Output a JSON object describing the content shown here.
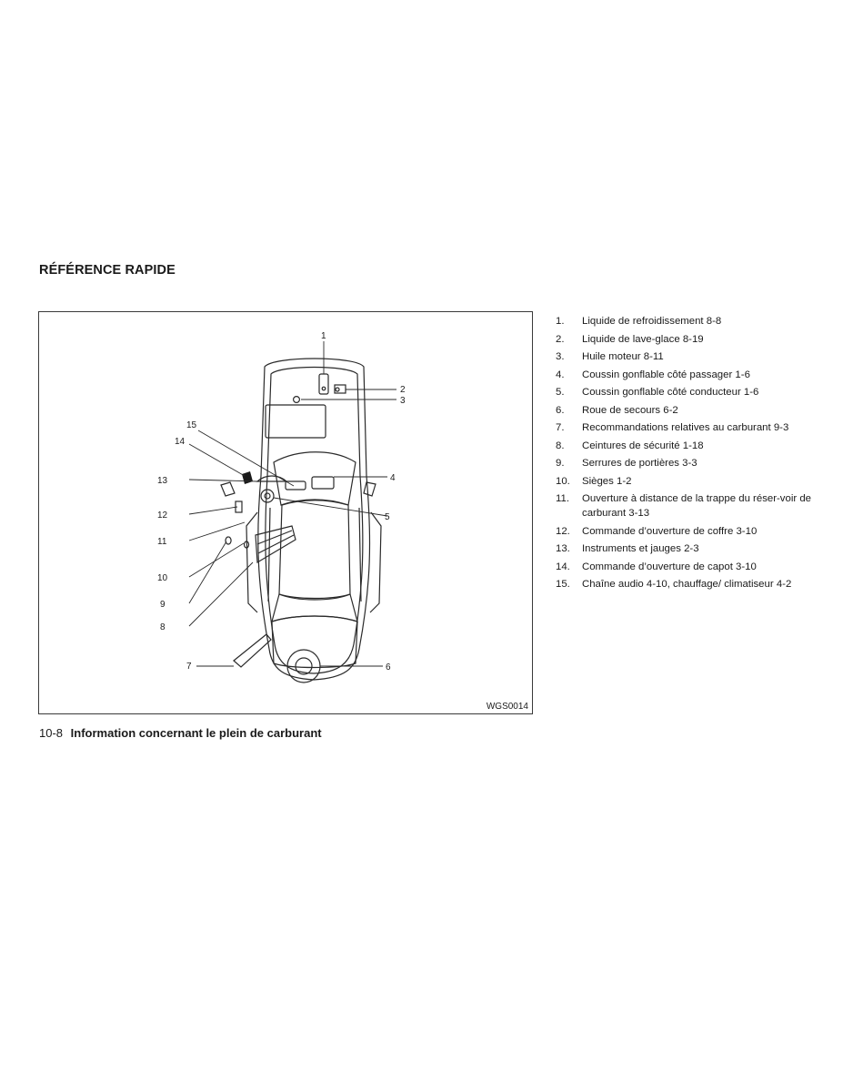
{
  "header": {
    "section_title": "RÉFÉRENCE RAPIDE"
  },
  "figure": {
    "code": "WGS0014",
    "callouts": [
      "1",
      "2",
      "3",
      "4",
      "5",
      "6",
      "7",
      "8",
      "9",
      "10",
      "11",
      "12",
      "13",
      "14",
      "15"
    ]
  },
  "legend": [
    {
      "num": "1.",
      "text": "Liquide de refroidissement 8-8"
    },
    {
      "num": "2.",
      "text": "Liquide de lave-glace 8-19"
    },
    {
      "num": "3.",
      "text": "Huile moteur 8-11"
    },
    {
      "num": "4.",
      "text": "Coussin gonflable côté passager 1-6"
    },
    {
      "num": "5.",
      "text": "Coussin gonflable côté conducteur 1-6"
    },
    {
      "num": "6.",
      "text": "Roue de secours 6-2"
    },
    {
      "num": "7.",
      "text": "Recommandations relatives au carburant 9-3"
    },
    {
      "num": "8.",
      "text": "Ceintures de sécurité 1-18"
    },
    {
      "num": "9.",
      "text": "Serrures de portières 3-3"
    },
    {
      "num": "10.",
      "text": "Sièges 1-2"
    },
    {
      "num": "11.",
      "text": "Ouverture à distance de la trappe du réser-voir de carburant 3-13"
    },
    {
      "num": "12.",
      "text": "Commande d’ouverture de coffre 3-10"
    },
    {
      "num": "13.",
      "text": "Instruments et jauges 2-3"
    },
    {
      "num": "14.",
      "text": "Commande d’ouverture de capot 3-10"
    },
    {
      "num": "15.",
      "text": "Chaîne audio 4-10, chauffage/ climatiseur 4-2"
    }
  ],
  "footer": {
    "page_number": "10-8",
    "chapter_title": "Information concernant le plein de carburant"
  }
}
